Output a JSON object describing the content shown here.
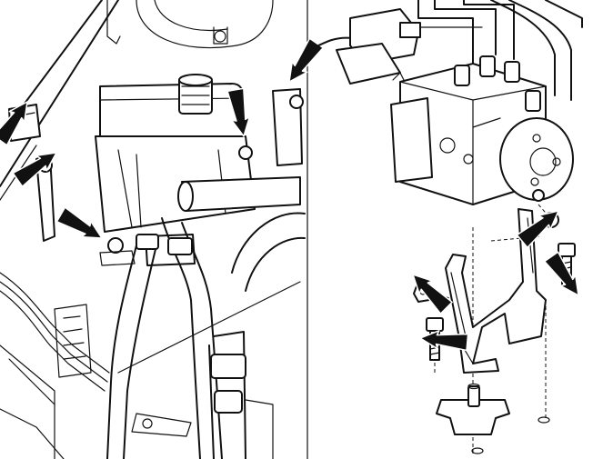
{
  "figure": {
    "panels": [
      {
        "name": "engine-bay-reservoir-view"
      },
      {
        "name": "abs-unit-bracket-exploded-view"
      }
    ],
    "arrows": [
      {
        "panel": "left",
        "points_to": "bracket-clip-left"
      },
      {
        "panel": "left",
        "points_to": "bracket-nut-left"
      },
      {
        "panel": "left",
        "points_to": "reservoir-base-nut"
      },
      {
        "panel": "left",
        "points_to": "reservoir-right-nut"
      },
      {
        "panel": "left",
        "points_to": "strut-top-nut"
      },
      {
        "panel": "right",
        "points_to": "abs-mount-grommet"
      },
      {
        "panel": "right",
        "points_to": "bracket-bolt-right"
      },
      {
        "panel": "right",
        "points_to": "bracket-nut-left"
      },
      {
        "panel": "right",
        "points_to": "bracket-bolt-left"
      }
    ]
  }
}
